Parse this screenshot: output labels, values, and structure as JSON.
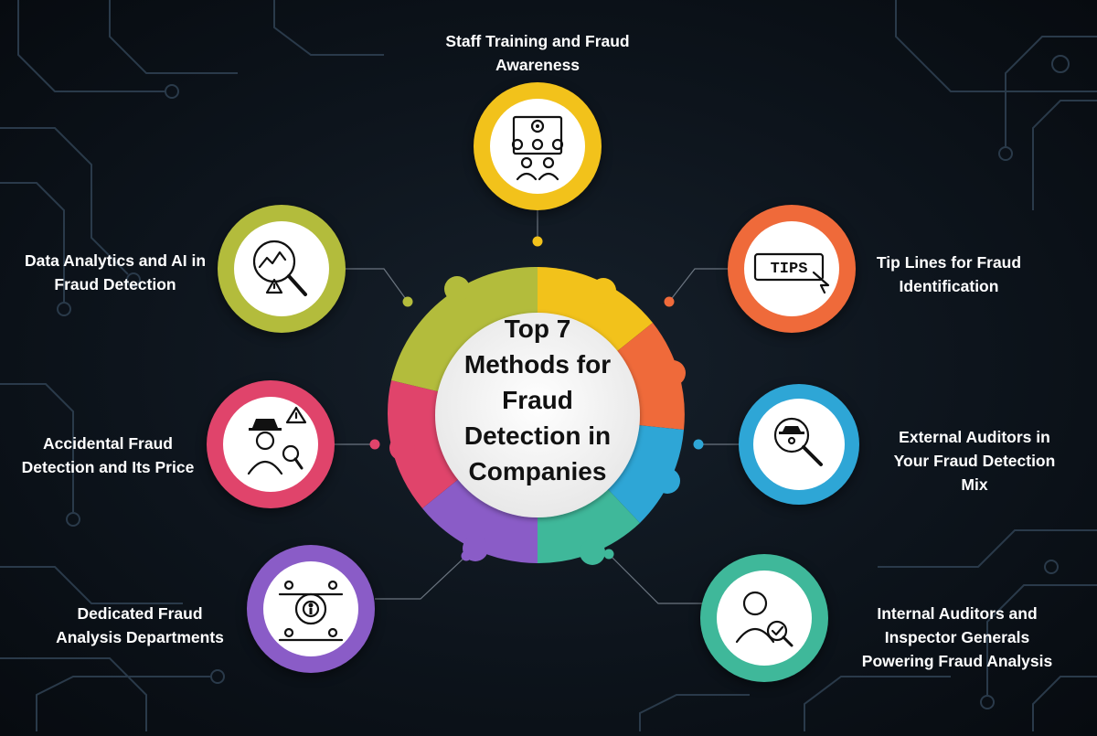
{
  "title": "Top 7\nMethods for\nFraud\nDetection in\nCompanies",
  "colors": {
    "background": "#0b1118",
    "staff": "#f2c21b",
    "tips": "#ef6a3a",
    "external": "#2ea6d6",
    "internal": "#3fb89a",
    "departments": "#8a5cc7",
    "accidental": "#e0446b",
    "analytics": "#b3bc3c"
  },
  "methods": [
    {
      "id": "staff",
      "label": "Staff Training and Fraud\nAwareness",
      "icon": "team-gear-icon"
    },
    {
      "id": "tips",
      "label": "Tip Lines for Fraud\nIdentification",
      "icon": "tips-cursor-icon"
    },
    {
      "id": "external",
      "label": "External Auditors in\nYour Fraud Detection\nMix",
      "icon": "magnifier-spy-icon"
    },
    {
      "id": "internal",
      "label": "Internal Auditors and\nInspector Generals\nPowering Fraud Analysis",
      "icon": "auditor-check-icon"
    },
    {
      "id": "departments",
      "label": "Dedicated Fraud\nAnalysis Departments",
      "icon": "network-people-icon"
    },
    {
      "id": "accidental",
      "label": "Accidental Fraud\nDetection and Its Price",
      "icon": "detective-warning-icon"
    },
    {
      "id": "analytics",
      "label": "Data Analytics and AI in\nFraud Detection",
      "icon": "analytics-warning-icon"
    }
  ]
}
